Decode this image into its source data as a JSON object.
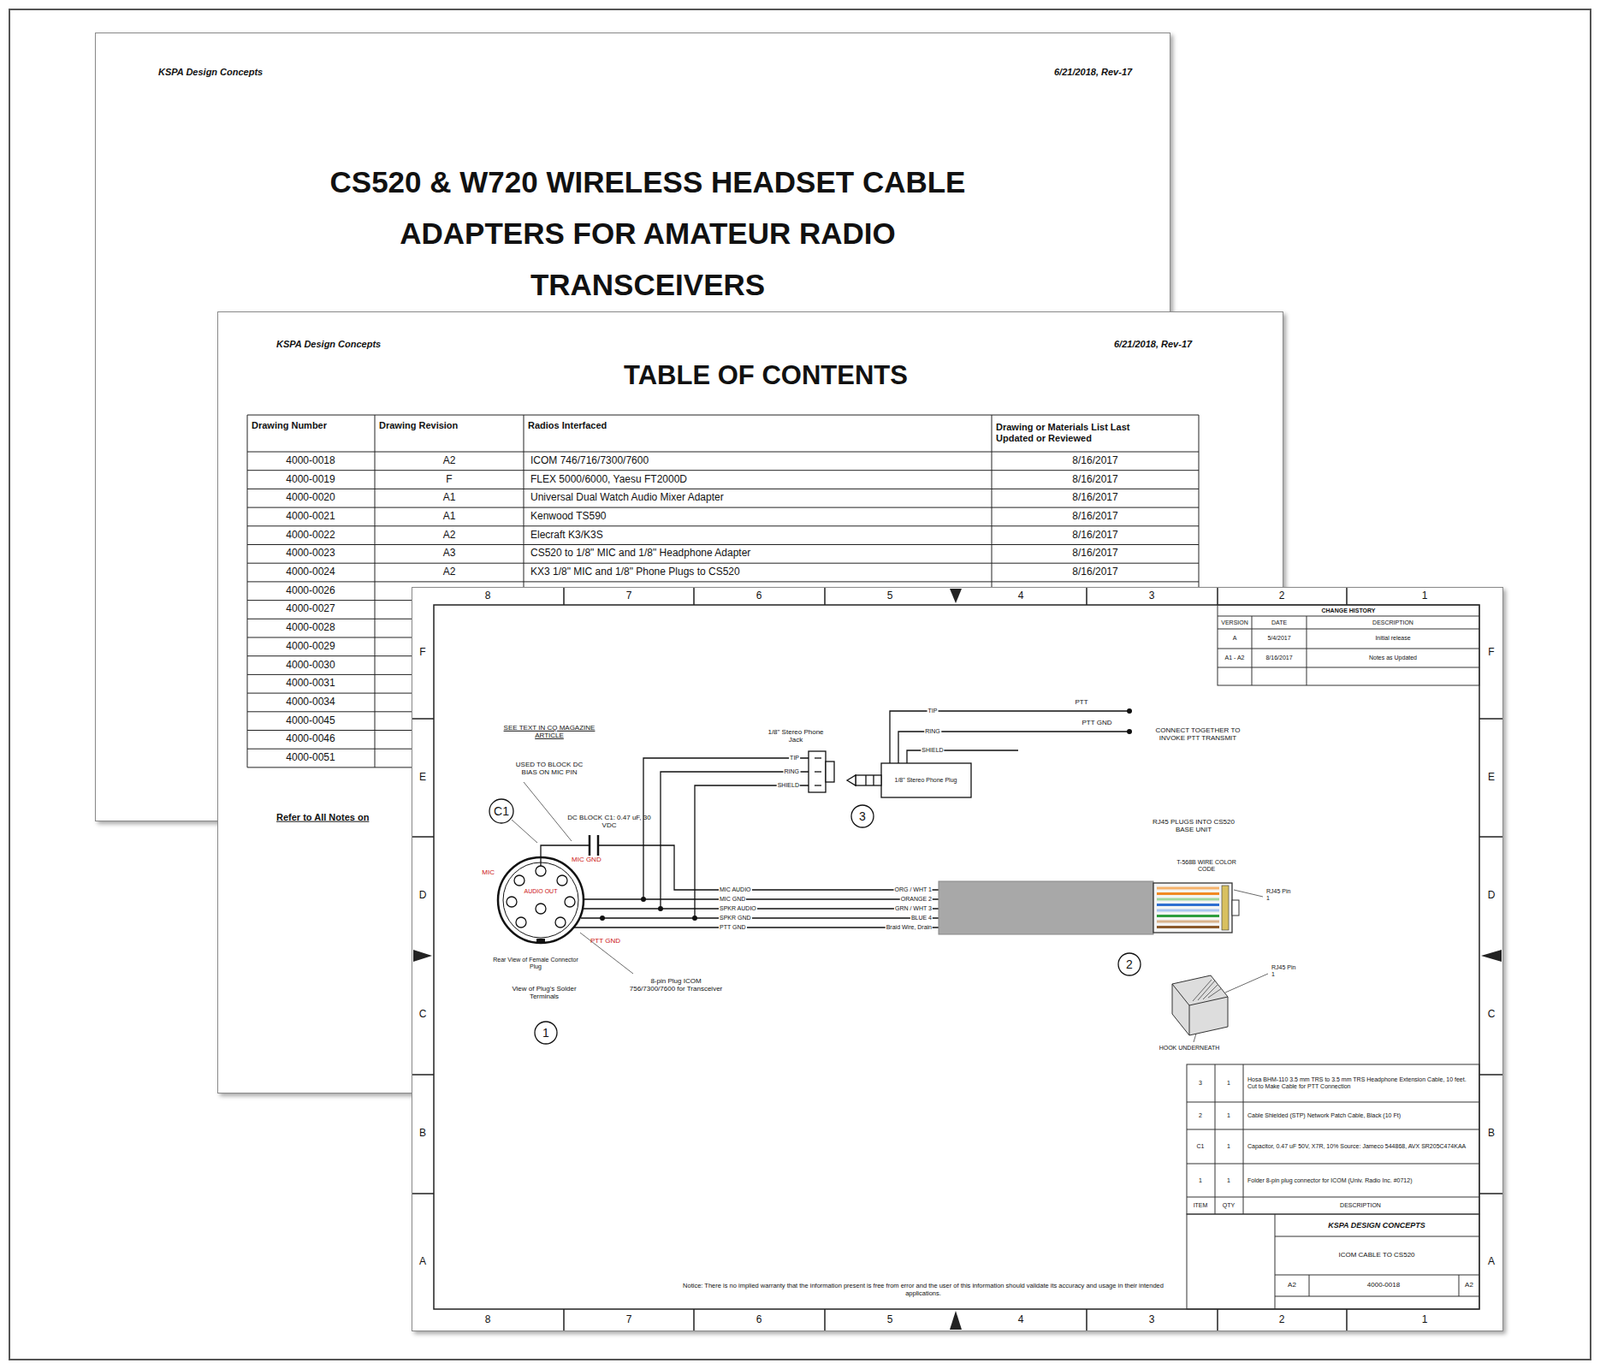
{
  "diagram": {
    "nodes": [
      {
        "text": [
          "KSPA Design Concepts",
          "6/21/2018, Rev-17",
          "CS520 & W720 WIRELESS HEADSET CABLE ADAPTERS FOR AMATEUR RADIO TRANSCEIVERS"
        ]
      },
      {
        "text": [
          "KSPA Design Concepts",
          "6/21/2018, Rev-17",
          "TABLE OF CONTENTS"
        ]
      },
      {
        "text": [
          "Notice: There is no implied warranty that the information present is free from error and the user of this information should validate its accuracy and usage in their intended applications."
        ]
      }
    ],
    "labels": [
      "8",
      "7",
      "6",
      "5",
      "4",
      "3",
      "2",
      "1",
      "8",
      "7",
      "6",
      "5",
      "4",
      "3",
      "2",
      "1",
      "F",
      "E",
      "D",
      "C",
      "B",
      "A",
      "F",
      "E",
      "D",
      "C",
      "B",
      "A",
      "Drawing Number",
      "Drawing Revision",
      "Radios Interfaced",
      "Drawing or Materials List Last Updated or Reviewed",
      "4000-0018",
      "A2",
      "ICOM 746/716/7300/7600",
      "8/16/2017",
      "4000-0019",
      "F",
      "FLEX 5000/6000, Yaesu FT2000D",
      "8/16/2017",
      "4000-0020",
      "A1",
      "Universal Dual Watch Audio Mixer Adapter",
      "8/16/2017",
      "4000-0021",
      "A1",
      "Kenwood TS590",
      "8/16/2017",
      "4000-0022",
      "A2",
      "Elecraft K3/K3S",
      "8/16/2017",
      "4000-0023",
      "A3",
      "CS520 to 1/8\" MIC and 1/8\" Headphone Adapter",
      "8/16/2017",
      "4000-0024",
      "A2",
      "KX3 1/8\" MIC and 1/8\" Phone Plugs to CS520",
      "8/16/2017",
      "4000-0026",
      "4000-0027",
      "4000-0028",
      "4000-0029",
      "4000-0030",
      "4000-0031",
      "4000-0034",
      "4000-0045",
      "4000-0046",
      "4000-0051",
      "Refer to All Notes on",
      "SEE TEXT IN CQ MAGAZINE ARTICLE",
      "USED TO BLOCK DC BIAS ON MIC PIN",
      "C1",
      "DC BLOCK C1: 0.47 uF, 30 VDC",
      "1/8\" Stereo Phone Jack",
      "TIP",
      "RING",
      "SHIELD",
      "1/8\" Stereo Phone Plug",
      "TIP",
      "RING",
      "SHIELD",
      "PTT",
      "PTT GND",
      "CONNECT TOGETHER TO INVOKE PTT TRANSMIT",
      "3",
      "MIC",
      "MIC GND",
      "AUDIO OUT",
      "PTT GND",
      "Rear View of Female Connector Plug",
      "View of Plug's Solder Terminals",
      "1",
      "8-pin Plug ICOM 756/7300/7600 for Transceiver",
      "MIC AUDIO",
      "MIC GND",
      "SPKR AUDIO",
      "SPKR GND",
      "PTT GND",
      "ORG / WHT 1",
      "ORANGE 2",
      "GRN / WHT 3",
      "BLUE 4",
      "Braid Wire, Drain",
      "RJ45 PLUGS INTO CS520 BASE UNIT",
      "T-568B WIRE COLOR CODE",
      "RJ45 Pin 1",
      "2",
      "RJ45 Pin 1",
      "HOOK UNDERNEATH",
      "CHANGE HISTORY",
      "VERSION",
      "DATE",
      "DESCRIPTION",
      "A",
      "5/4/2017",
      "Initial release",
      "A1 - A2",
      "8/16/2017",
      "Notes as Updated",
      "3",
      "1",
      "Hosa BHM-110 3.5 mm TRS to 3.5 mm TRS Headphone Extension Cable, 10 feet. Cut to Make Cable for PTT Connection",
      "2",
      "1",
      "Cable Shielded (STP) Network Patch Cable, Black (10 Ft)",
      "C1",
      "1",
      "Capacitor, 0.47 uF 50V, X7R, 10% Source: Jameco 544868, AVX SR205C474KAA",
      "1",
      "1",
      "Folder 8-pin plug connector for ICOM (Univ. Radio Inc. #0712)",
      "ITEM",
      "QTY",
      "DESCRIPTION",
      "KSPA DESIGN CONCEPTS",
      "ICOM CABLE TO CS520",
      "A2",
      "4000-0018",
      "A2"
    ]
  }
}
